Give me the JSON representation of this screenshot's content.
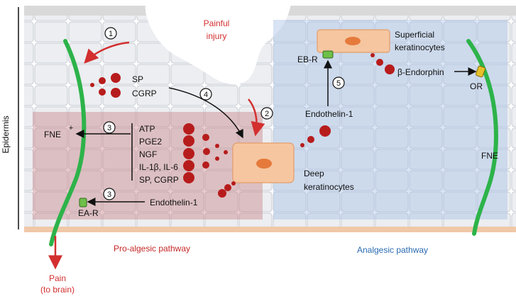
{
  "side_label": "Epidermis",
  "injury": {
    "line1": "Painful",
    "line2": "injury"
  },
  "mediators_top": [
    "SP",
    "CGRP"
  ],
  "mediators_list": [
    "ATP",
    "PGE2",
    "NGF",
    "IL-1β, IL-6",
    "SP, CGRP"
  ],
  "fne_left": {
    "label": "FNE",
    "sign": "+"
  },
  "ea_r": "EA-R",
  "endothelin_left": "Endothelin-1",
  "endothelin_right": "Endothelin-1",
  "eb_r": "EB-R",
  "superficial": {
    "line1": "Superficial",
    "line2": "keratinocytes"
  },
  "deep": {
    "line1": "Deep",
    "line2": "keratinocytes"
  },
  "beta_endorphin": "β-Endorphin",
  "or": "OR",
  "fne_right": "FNE",
  "steps": [
    "1",
    "2",
    "3",
    "3",
    "4",
    "5"
  ],
  "pathways": {
    "pro": "Pro-algesic pathway",
    "analgesic": "Analgesic pathway"
  },
  "pain": {
    "line1": "Pain",
    "line2": "(to brain)"
  },
  "colors": {
    "red": "#d32f2f",
    "dot": "#b71c1c",
    "nerve": "#2db34a",
    "pro_region": "#c9868a",
    "analgesic_region": "#a9c2e6",
    "keratinocyte": "#f5c6a0",
    "receptor": "#6fbf4a",
    "or_receptor": "#e6c12a"
  }
}
